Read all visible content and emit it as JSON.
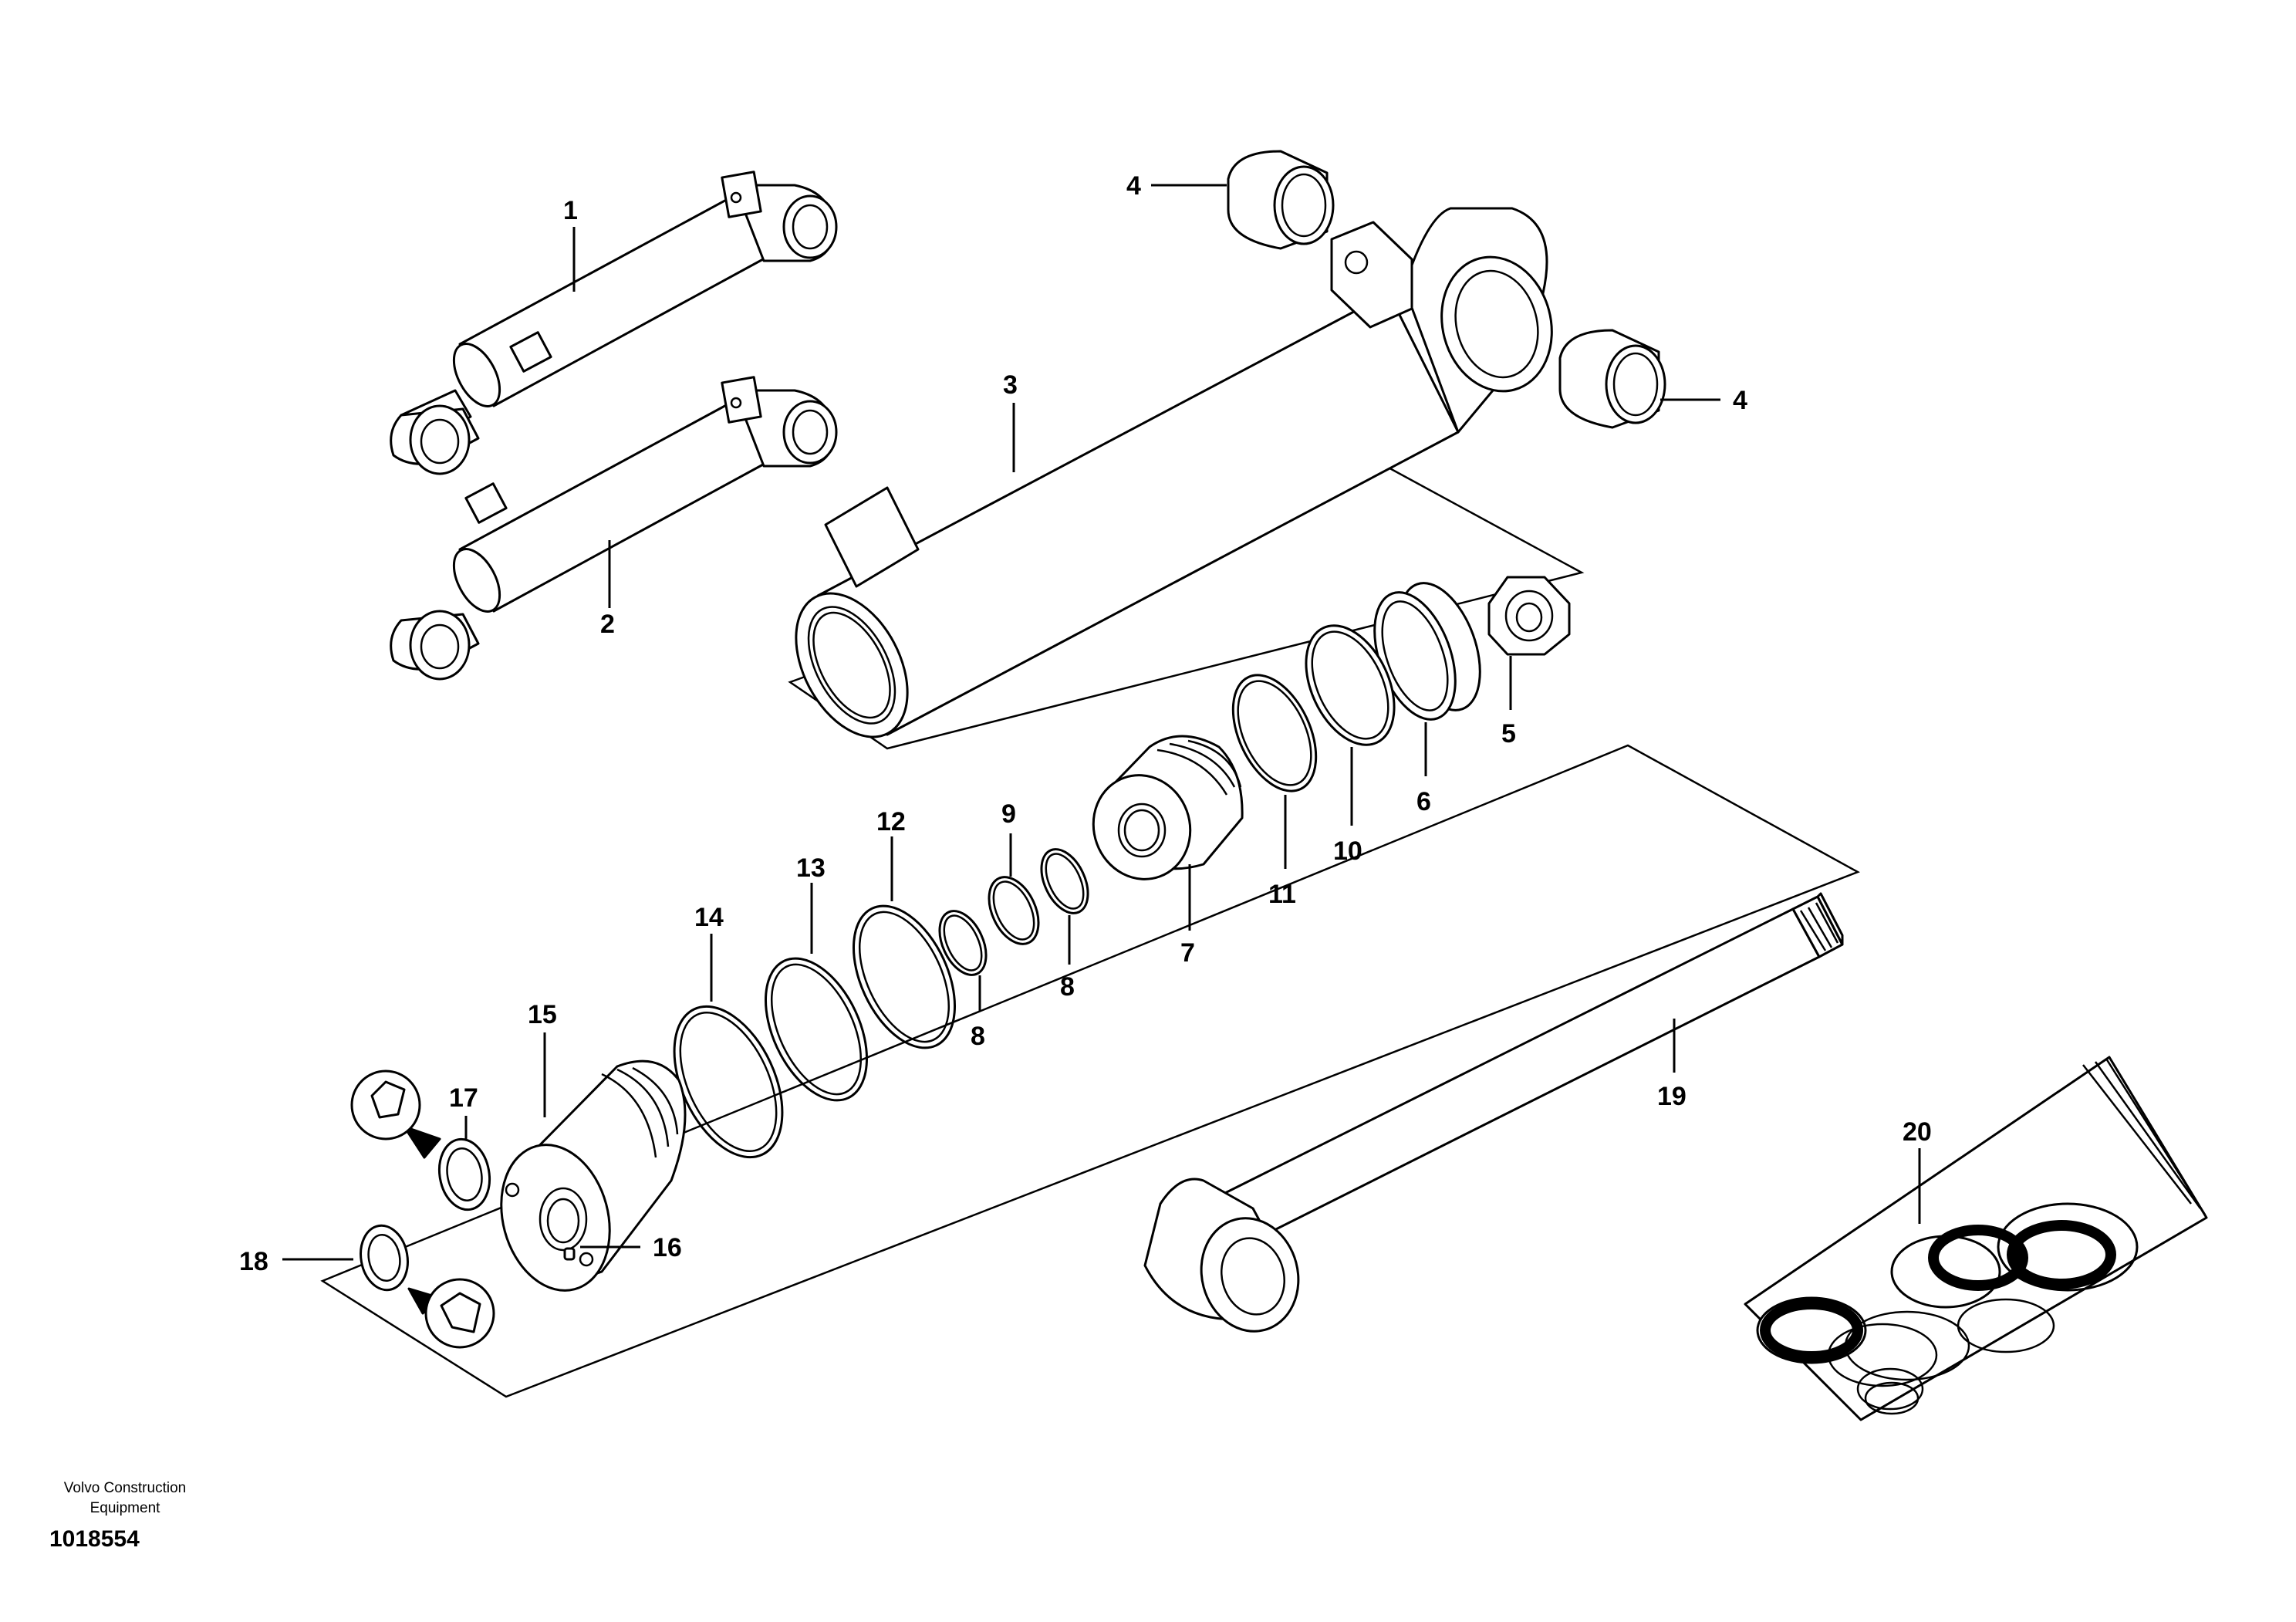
{
  "callouts": [
    {
      "id": "c1",
      "label": "1"
    },
    {
      "id": "c2",
      "label": "2"
    },
    {
      "id": "c3",
      "label": "3"
    },
    {
      "id": "c4a",
      "label": "4"
    },
    {
      "id": "c4b",
      "label": "4"
    },
    {
      "id": "c5",
      "label": "5"
    },
    {
      "id": "c6",
      "label": "6"
    },
    {
      "id": "c7",
      "label": "7"
    },
    {
      "id": "c8a",
      "label": "8"
    },
    {
      "id": "c8b",
      "label": "8"
    },
    {
      "id": "c9",
      "label": "9"
    },
    {
      "id": "c10",
      "label": "10"
    },
    {
      "id": "c11",
      "label": "11"
    },
    {
      "id": "c12",
      "label": "12"
    },
    {
      "id": "c13",
      "label": "13"
    },
    {
      "id": "c14",
      "label": "14"
    },
    {
      "id": "c15",
      "label": "15"
    },
    {
      "id": "c16",
      "label": "16"
    },
    {
      "id": "c17",
      "label": "17"
    },
    {
      "id": "c18",
      "label": "18"
    },
    {
      "id": "c19",
      "label": "19"
    },
    {
      "id": "c20",
      "label": "20"
    }
  ],
  "footer": {
    "company_line1": "Volvo Construction",
    "company_line2": "Equipment",
    "drawing_number": "1018554"
  },
  "colors": {
    "line": "#000000",
    "background": "#ffffff"
  }
}
